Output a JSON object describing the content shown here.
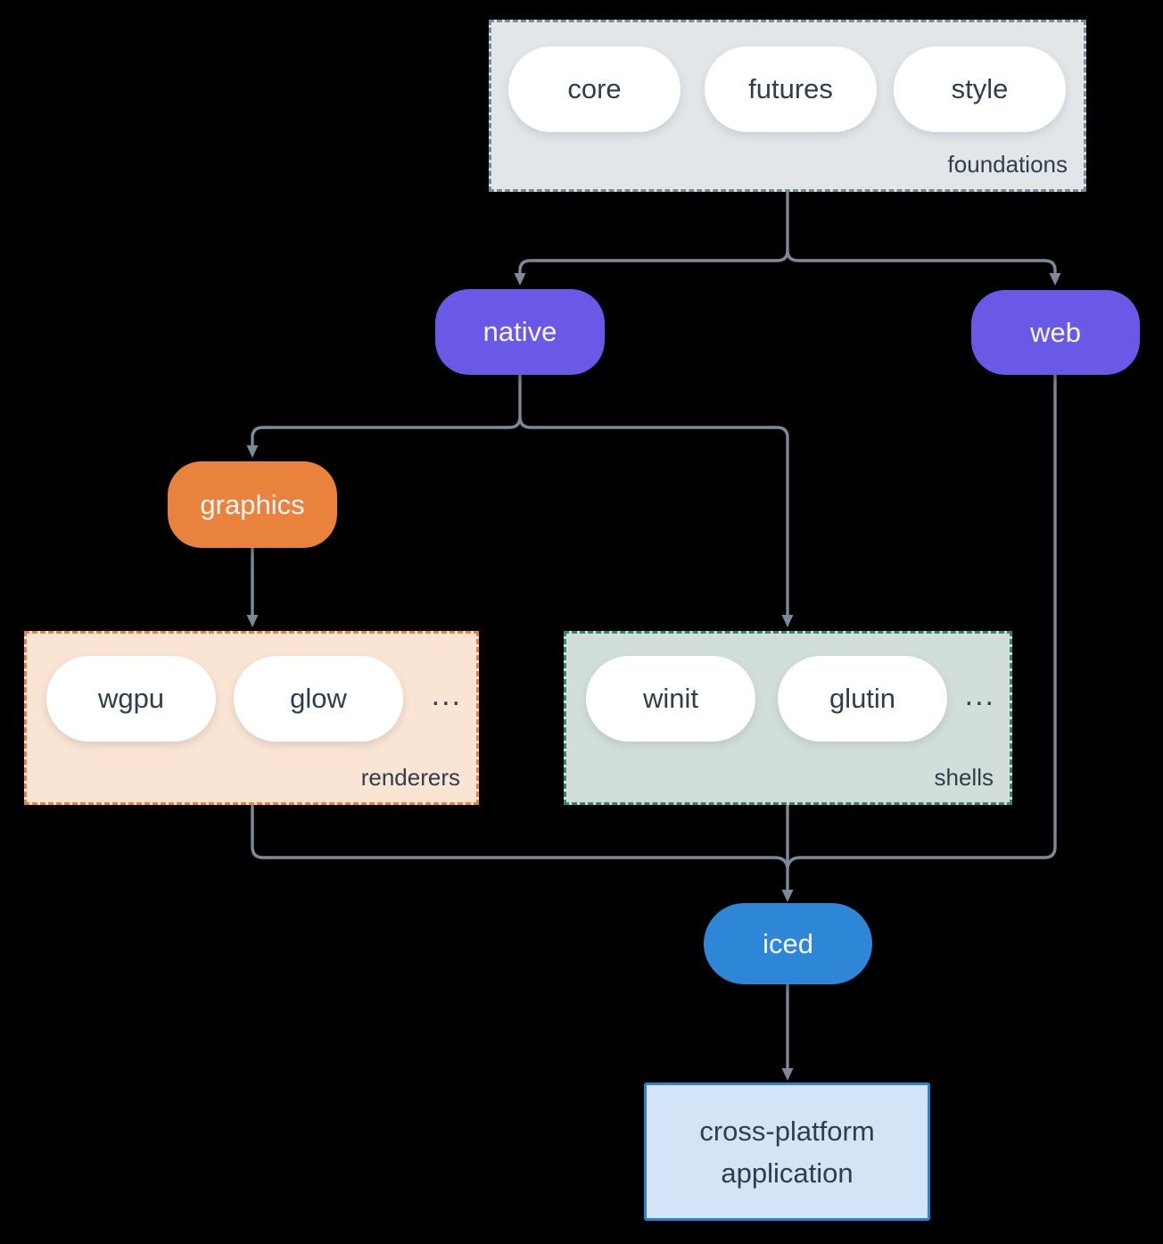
{
  "colors": {
    "background": "#000000",
    "line": "#7b8a99",
    "text-dark": "#2f3e4c",
    "node-text": "#f6f5fb",
    "white-pill": "#ffffff",
    "purple": "#6a58e6",
    "orange": "#e8823c",
    "blue": "#2e87d6",
    "foundations-fill": "#e2e6e9",
    "foundations-border": "#7b8a99",
    "renderers-fill": "#fae4d3",
    "renderers-border": "#e8823a",
    "shells-fill": "#d2ded9",
    "shells-border": "#2e8573",
    "app-fill": "#d4e4f7",
    "app-border": "#2f7fd1"
  },
  "diagram": {
    "foundations": {
      "label": "foundations",
      "items": [
        "core",
        "futures",
        "style"
      ]
    },
    "native": {
      "label": "native"
    },
    "web": {
      "label": "web"
    },
    "graphics": {
      "label": "graphics"
    },
    "renderers": {
      "label": "renderers",
      "items": [
        "wgpu",
        "glow"
      ],
      "more": "..."
    },
    "shells": {
      "label": "shells",
      "items": [
        "winit",
        "glutin"
      ],
      "more": "..."
    },
    "iced": {
      "label": "iced"
    },
    "application": {
      "label": "cross-platform application"
    }
  }
}
